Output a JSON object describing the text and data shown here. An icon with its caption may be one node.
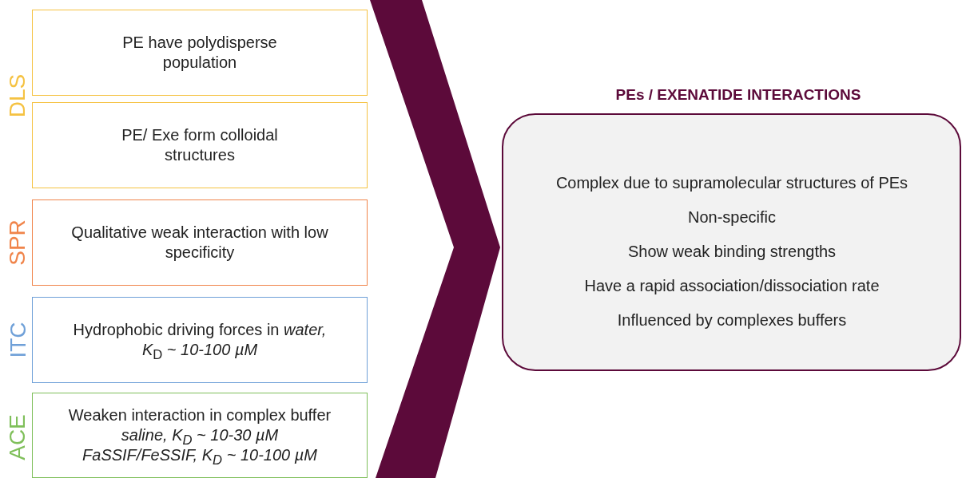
{
  "diagram": {
    "nodes": [
      {
        "text": [
          "PE have polydisperse population"
        ]
      },
      {
        "text": [
          "PE/ Exe form colloidal structures"
        ]
      },
      {
        "text": [
          "Qualitative weak interaction with low specificity"
        ]
      },
      {
        "text": [
          "Hydrophobic driving forces in *water, K*$_{D}$ *~ 10-100 µM*"
        ]
      },
      {
        "text": [
          "Weaken interaction in complex buffer",
          "*saline, K*$_{D}$ *~ 10-30 µM*",
          "*FaSSIF/FeSSIF, K*$_{D}$ *~ 10-100 µM*"
        ]
      },
      {
        "text": [
          "PEs / EXENATIDE INTERACTIONS",
          "Complex due to supramolecular structures of PEs",
          "Non-specific",
          "Show weak binding strengths",
          "Have a rapid association/dissociation rate",
          "Influenced by complexes buffers"
        ]
      }
    ],
    "labels": [
      "DLS",
      "SPR",
      "ITC",
      "ACE"
    ]
  }
}
